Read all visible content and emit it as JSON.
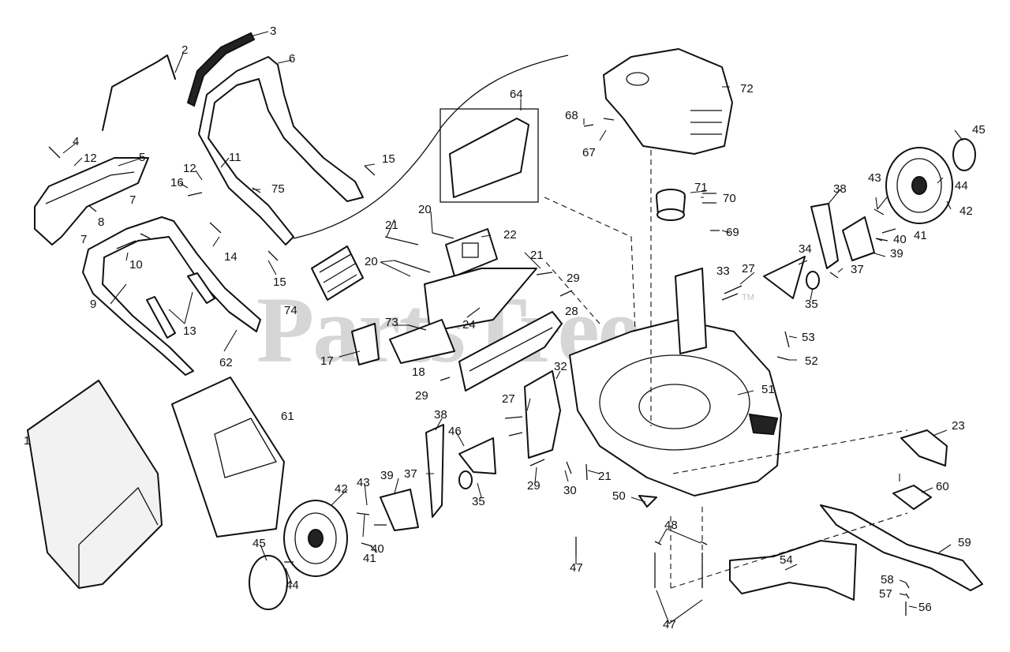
{
  "watermark": {
    "text": "PartsTree",
    "tm": "TM"
  },
  "callouts": [
    {
      "id": "c2",
      "label": "2"
    },
    {
      "id": "c3",
      "label": "3"
    },
    {
      "id": "c4",
      "label": "4"
    },
    {
      "id": "c5",
      "label": "5"
    },
    {
      "id": "c6",
      "label": "6"
    },
    {
      "id": "c7a",
      "label": "7"
    },
    {
      "id": "c7b",
      "label": "7"
    },
    {
      "id": "c8",
      "label": "8"
    },
    {
      "id": "c9",
      "label": "9"
    },
    {
      "id": "c10",
      "label": "10"
    },
    {
      "id": "c11",
      "label": "11"
    },
    {
      "id": "c12a",
      "label": "12"
    },
    {
      "id": "c12b",
      "label": "12"
    },
    {
      "id": "c13",
      "label": "13"
    },
    {
      "id": "c14",
      "label": "14"
    },
    {
      "id": "c15a",
      "label": "15"
    },
    {
      "id": "c15b",
      "label": "15"
    },
    {
      "id": "c16",
      "label": "16"
    },
    {
      "id": "c17",
      "label": "17"
    },
    {
      "id": "c18",
      "label": "18"
    },
    {
      "id": "c20a",
      "label": "20"
    },
    {
      "id": "c20b",
      "label": "20"
    },
    {
      "id": "c21a",
      "label": "21"
    },
    {
      "id": "c21b",
      "label": "21"
    },
    {
      "id": "c21c",
      "label": "21"
    },
    {
      "id": "c22",
      "label": "22"
    },
    {
      "id": "c23",
      "label": "23"
    },
    {
      "id": "c24",
      "label": "24"
    },
    {
      "id": "c27a",
      "label": "27"
    },
    {
      "id": "c27b",
      "label": "27"
    },
    {
      "id": "c28",
      "label": "28"
    },
    {
      "id": "c29a",
      "label": "29"
    },
    {
      "id": "c29b",
      "label": "29"
    },
    {
      "id": "c29c",
      "label": "29"
    },
    {
      "id": "c30",
      "label": "30"
    },
    {
      "id": "c32",
      "label": "32"
    },
    {
      "id": "c33",
      "label": "33"
    },
    {
      "id": "c34",
      "label": "34"
    },
    {
      "id": "c35a",
      "label": "35"
    },
    {
      "id": "c35b",
      "label": "35"
    },
    {
      "id": "c37a",
      "label": "37"
    },
    {
      "id": "c37b",
      "label": "37"
    },
    {
      "id": "c38a",
      "label": "38"
    },
    {
      "id": "c38b",
      "label": "38"
    },
    {
      "id": "c39a",
      "label": "39"
    },
    {
      "id": "c39b",
      "label": "39"
    },
    {
      "id": "c40a",
      "label": "40"
    },
    {
      "id": "c40b",
      "label": "40"
    },
    {
      "id": "c41a",
      "label": "41"
    },
    {
      "id": "c41b",
      "label": "41"
    },
    {
      "id": "c42a",
      "label": "42"
    },
    {
      "id": "c42b",
      "label": "42"
    },
    {
      "id": "c43a",
      "label": "43"
    },
    {
      "id": "c43b",
      "label": "43"
    },
    {
      "id": "c44a",
      "label": "44"
    },
    {
      "id": "c44b",
      "label": "44"
    },
    {
      "id": "c45a",
      "label": "45"
    },
    {
      "id": "c45b",
      "label": "45"
    },
    {
      "id": "c46",
      "label": "46"
    },
    {
      "id": "c47a",
      "label": "47"
    },
    {
      "id": "c47b",
      "label": "47"
    },
    {
      "id": "c48",
      "label": "48"
    },
    {
      "id": "c50",
      "label": "50"
    },
    {
      "id": "c51",
      "label": "51"
    },
    {
      "id": "c52",
      "label": "52"
    },
    {
      "id": "c53",
      "label": "53"
    },
    {
      "id": "c54",
      "label": "54"
    },
    {
      "id": "c56",
      "label": "56"
    },
    {
      "id": "c57",
      "label": "57"
    },
    {
      "id": "c58",
      "label": "58"
    },
    {
      "id": "c59",
      "label": "59"
    },
    {
      "id": "c60",
      "label": "60"
    },
    {
      "id": "c61",
      "label": "61"
    },
    {
      "id": "c62",
      "label": "62"
    },
    {
      "id": "c64",
      "label": "64"
    },
    {
      "id": "c67",
      "label": "67"
    },
    {
      "id": "c68",
      "label": "68"
    },
    {
      "id": "c69",
      "label": "69"
    },
    {
      "id": "c70",
      "label": "70"
    },
    {
      "id": "c71",
      "label": "71"
    },
    {
      "id": "c72",
      "label": "72"
    },
    {
      "id": "c73",
      "label": "73"
    },
    {
      "id": "c74",
      "label": "74"
    },
    {
      "id": "c75",
      "label": "75"
    },
    {
      "id": "c1",
      "label": "1"
    }
  ]
}
